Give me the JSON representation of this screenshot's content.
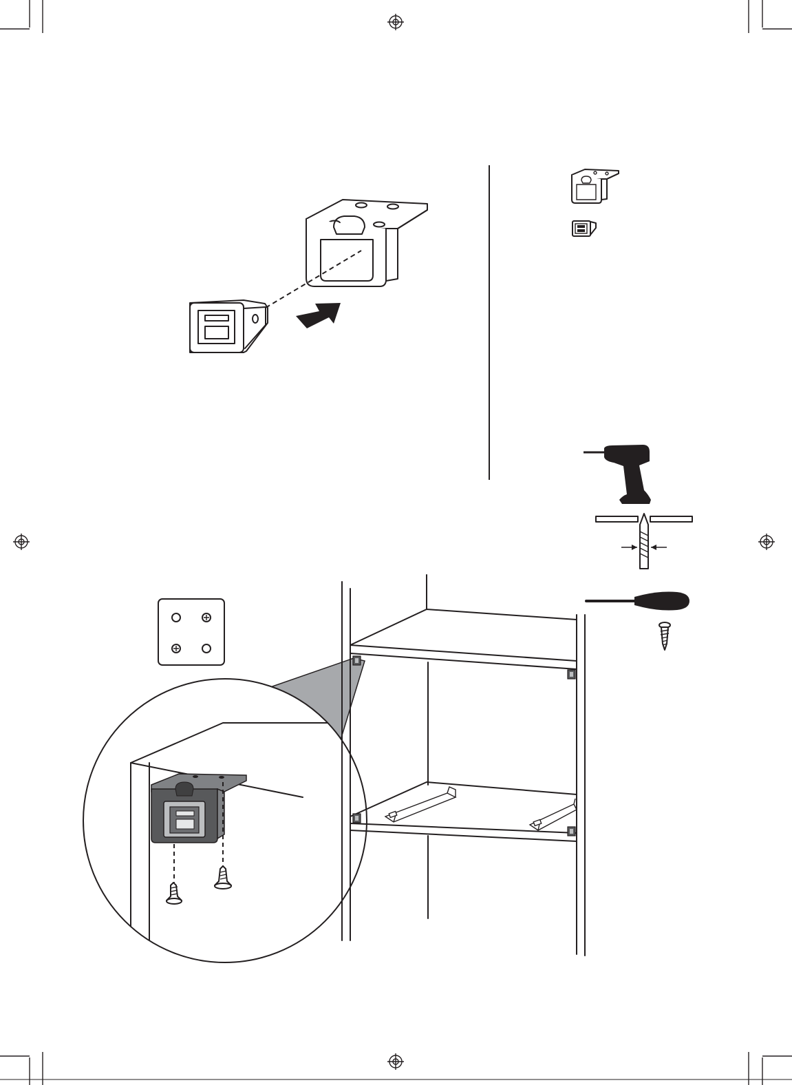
{
  "page": {
    "kind": "assembly-instruction-sheet",
    "text_labels": []
  },
  "colors": {
    "ink": "#231f20",
    "paper": "#ffffff",
    "callout_shade": "#a7a9ac",
    "part_dark": "#58595b",
    "part_mid": "#808285"
  },
  "panels": {
    "step_diagram": {
      "icon": "bracket-and-catch-insertion-diagram"
    },
    "parts_list": {
      "items": [
        {
          "icon": "mounting-bracket-icon"
        },
        {
          "icon": "magnetic-catch-icon"
        }
      ]
    },
    "tools": {
      "items": [
        {
          "icon": "power-drill-icon"
        },
        {
          "icon": "drill-bit-diameter-icon"
        },
        {
          "icon": "screwdriver-icon"
        },
        {
          "icon": "wood-screw-icon"
        }
      ]
    },
    "hole_pattern": {
      "icon": "hole-pattern-icon",
      "holes": 4,
      "marked_holes": 2
    },
    "cabinet_view": {
      "icon": "cabinet-installation-icon",
      "catch_positions": 4
    },
    "magnifier": {
      "icon": "magnified-detail-icon",
      "screws": 2
    }
  }
}
